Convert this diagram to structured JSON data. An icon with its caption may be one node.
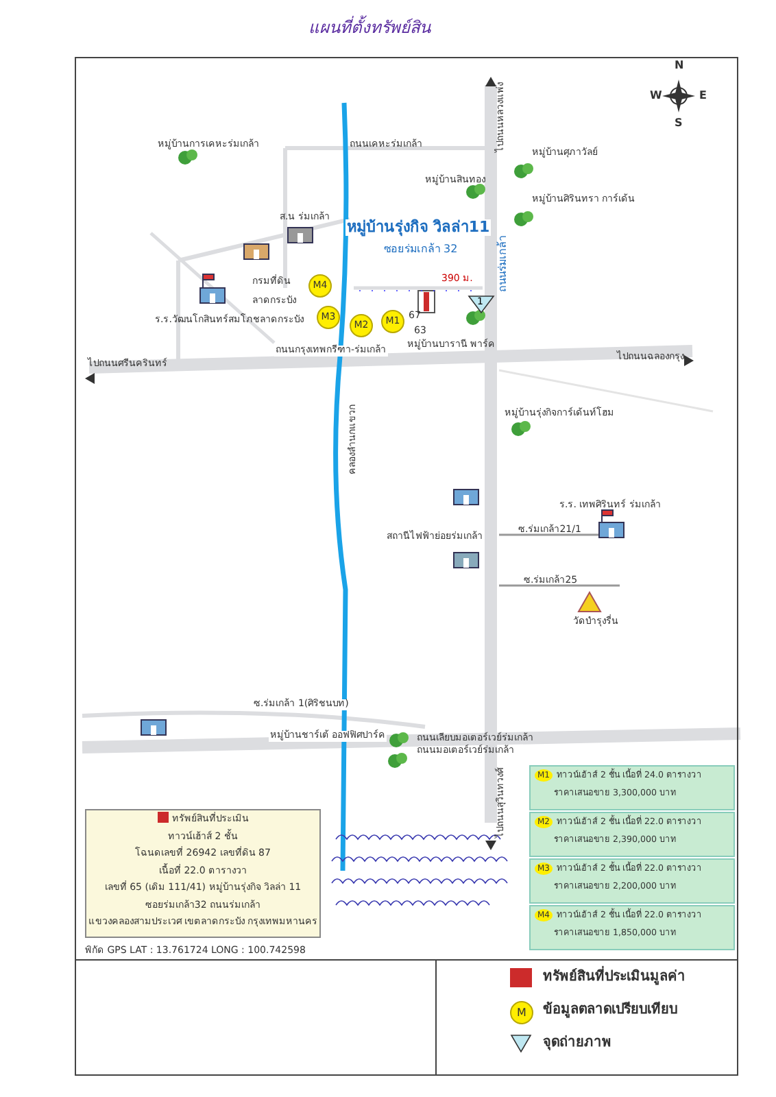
{
  "diagram": {
    "title": "แผนที่ตั้งทรัพย์สิน",
    "nodes": [
      {
        "text": [
          "M1"
        ]
      },
      {
        "text": [
          "M2"
        ]
      },
      {
        "text": [
          "M3"
        ]
      },
      {
        "text": [
          "M4"
        ]
      },
      {
        "text": [
          "1"
        ]
      },
      {
        "text": [
          "ทรัพย์สินที่ประเมิน",
          "ทาวน์เฮ้าส์ 2 ชั้น",
          "โฉนดเลขที่ 26942 เลขที่ดิน 87",
          "เนื้อที่ 22.0 ตารางวา",
          "เลขที่ 65 (เดิม 111/41) หมู่บ้านรุ่งกิจ วิลล่า 11",
          "ซอยร่มเกล้า32 ถนนร่มเกล้า",
          "แขวงคลองสามประเวศ เขตลาดกระบัง กรุงเทพมหานคร"
        ],
        "beside": [
          "พิกัด GPS LAT : 13.761724 LONG : 100.742598"
        ]
      },
      {
        "text": [
          "M1",
          "ทาวน์เฮ้าส์ 2 ชั้น เนื้อที่ 24.0 ตารางวา",
          "ราคาเสนอขาย 3,300,000 บาท"
        ]
      },
      {
        "text": [
          "M2",
          "ทาวน์เฮ้าส์ 2 ชั้น เนื้อที่ 22.0 ตารางวา",
          "ราคาเสนอขาย 2,390,000 บาท"
        ]
      },
      {
        "text": [
          "M3",
          "ทาวน์เฮ้าส์ 2 ชั้น เนื้อที่ 22.0 ตารางวา",
          "ราคาเสนอขาย 2,200,000 บาท"
        ]
      },
      {
        "text": [
          "M4",
          "ทาวน์เฮ้าส์ 2 ชั้น เนื้อที่ 22.0 ตารางวา",
          "ราคาเสนอขาย 1,850,000 บาท"
        ]
      }
    ],
    "labels": [
      "ไปถนนหลวงแพ่ง",
      "N",
      "W",
      "E",
      "S",
      "หมู่บ้านการเคหะร่มเกล้า",
      "ถนนเคหะร่มเกล้า",
      "หมู่บ้านศุภาวัลย์",
      "หมู่บ้านสินทอง",
      "หมู่บ้านศิรินทรา การ์เด้น",
      "ส.น ร่มเกล้า",
      "หมู่บ้านรุ่งกิจ วิลล่า11",
      "ซอยร่มเกล้า 32",
      "ถนนร่มเกล้า",
      "กรมที่ดิน",
      "ลาดกระบัง",
      "ร.ร.วัฒนโกสินทร์สมโภชลาดกระบัง",
      "390 ม.",
      "67",
      "63",
      "หมู่บ้านบารานี พาร์ค",
      "ถนนกรุงเทพกรีฑา-ร่มเกล้า",
      "ไปถนนศรีนครินทร์",
      "ไปถนนฉลองกรุง",
      "คลองลำนกแขวก",
      "หมู่บ้านรุ่งกิจการ์เด้นท์โฮม",
      "ร.ร. เทพศิรินทร์ ร่มเกล้า",
      "ซ.ร่มเกล้า21/1",
      "สถานีไฟฟ้าย่อยร่มเกล้า",
      "ซ.ร่มเกล้า25",
      "วัดบำรุงรื่น",
      "ซ.ร่มเกล้า 1(ศิริชนบท)",
      "หมู่บ้านชาร์เต้ ออฟฟิศปาร์ค",
      "ถนนเลียบมอเตอร์เวย์ร่มเกล้า",
      "ถนนมอเตอร์เวย์ร่มเกล้า",
      "ไปถนนสุวินทวงศ์",
      "M"
    ],
    "legend": [
      {
        "text": "ทรัพย์สินที่ประเมินมูลค่า",
        "color": "#cc2b2b"
      },
      {
        "text": "ข้อมูลตลาดเปรียบเทียบ"
      },
      {
        "text": "จุดถ่ายภาพ"
      }
    ]
  }
}
